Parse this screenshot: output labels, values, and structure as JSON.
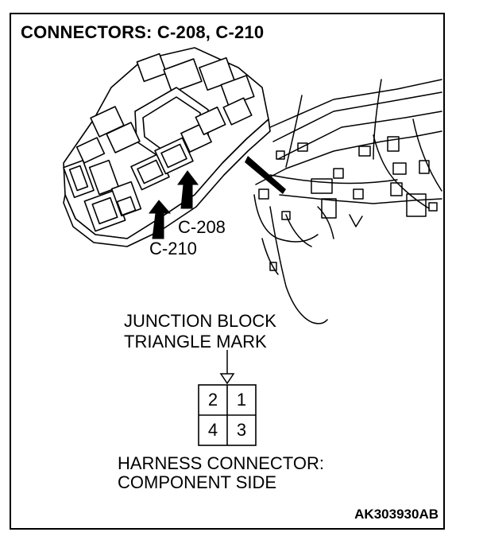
{
  "title": "CONNECTORS: C-208, C-210",
  "labels": {
    "c208": "C-208",
    "c210": "C-210",
    "junction_line1": "JUNCTION BLOCK",
    "junction_line2": "TRIANGLE MARK",
    "harness_line1": "HARNESS CONNECTOR:",
    "harness_line2": "COMPONENT SIDE"
  },
  "pins": [
    "2",
    "1",
    "4",
    "3"
  ],
  "figure_code": "AK303930AB"
}
